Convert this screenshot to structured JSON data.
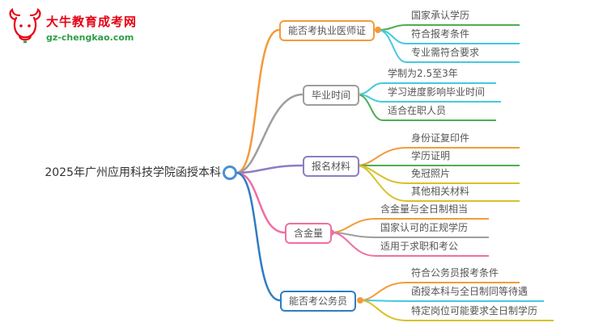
{
  "logo": {
    "title": "大牛教育成考网",
    "url": "gz-chengkao.com",
    "brand_color": "#e60012",
    "url_color": "#2e9e46"
  },
  "root": {
    "label": "2025年广州应用科技学院函授本科",
    "ring_color": "#4a90d2"
  },
  "branches": [
    {
      "label": "能否考执业医师证",
      "color": "#f29b3b",
      "dot_color": "#f29b3b",
      "children": [
        {
          "label": "国家承认学历",
          "color": "#4caf50"
        },
        {
          "label": "符合报考条件",
          "color": "#46c8e0"
        },
        {
          "label": "专业需符合要求",
          "color": "#46c8e0"
        }
      ]
    },
    {
      "label": "毕业时间",
      "color": "#9e9e9e",
      "dot_color": "#d8c129",
      "children": [
        {
          "label": "学制为2.5至3年",
          "color": "#46c8e0"
        },
        {
          "label": "学习进度影响毕业时间",
          "color": "#46c8e0"
        },
        {
          "label": "适合在职人员",
          "color": "#4caf50"
        }
      ]
    },
    {
      "label": "报名材料",
      "color": "#8e7cc3",
      "dot_color": "#d8c129",
      "children": [
        {
          "label": "身份证复印件",
          "color": "#f29b3b"
        },
        {
          "label": "学历证明",
          "color": "#4caf50"
        },
        {
          "label": "免冠照片",
          "color": "#d8c129"
        },
        {
          "label": "其他相关材料",
          "color": "#d8c129"
        }
      ]
    },
    {
      "label": "含金量",
      "color": "#ef6fa3",
      "dot_color": "#ef6fa3",
      "children": [
        {
          "label": "含金量与全日制相当",
          "color": "#f29b3b"
        },
        {
          "label": "国家认可的正规学历",
          "color": "#9e9e9e"
        },
        {
          "label": "适用于求职和考公",
          "color": "#ef6fa3"
        }
      ]
    },
    {
      "label": "能否考公务员",
      "color": "#2e7cc3",
      "dot_color": "#f29b3b",
      "children": [
        {
          "label": "符合公务员报考条件",
          "color": "#f29b3b"
        },
        {
          "label": "函授本科与全日制同等待遇",
          "color": "#46c8e0"
        },
        {
          "label": "特定岗位可能要求全日制学历",
          "color": "#d8c129"
        }
      ]
    }
  ]
}
